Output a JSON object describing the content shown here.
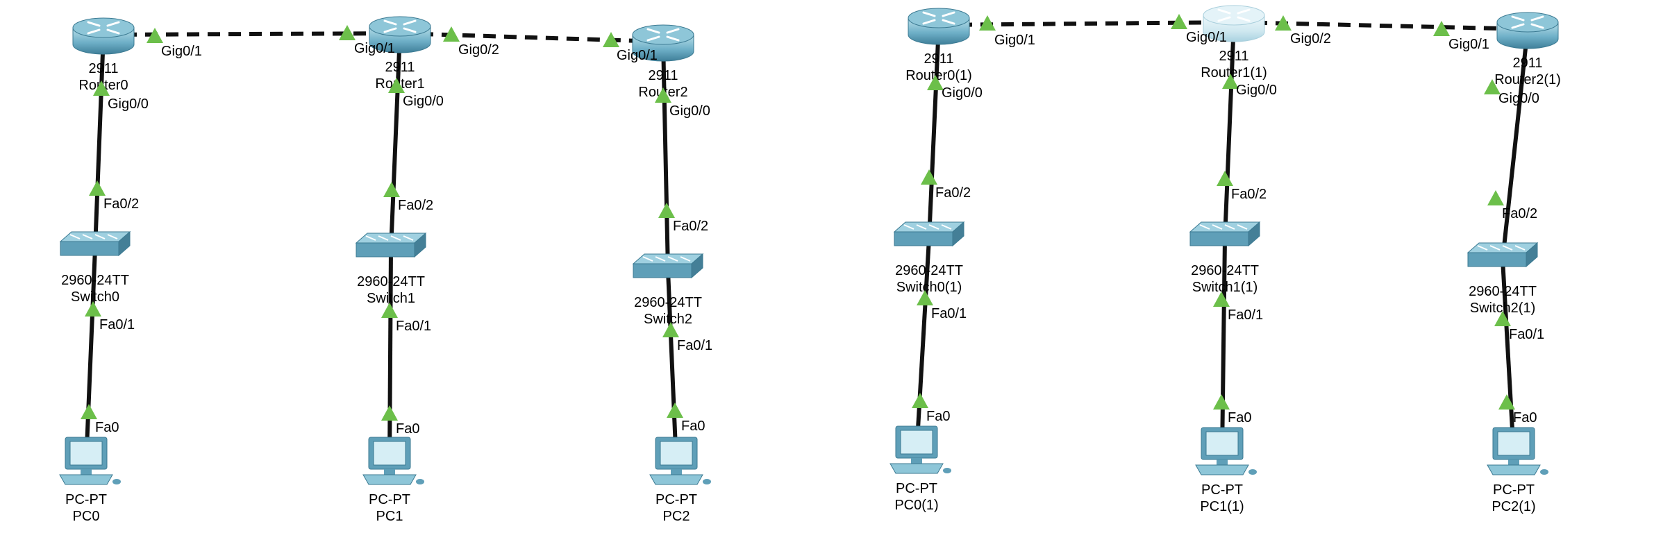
{
  "colors": {
    "background": "#ffffff",
    "link": "#111111",
    "port_marker": "#6cbf4a",
    "device": "#4f93b0",
    "device_light": "#9fd0e0",
    "device_highlight": "#c8e4ee"
  },
  "devices": [
    {
      "id": "r0",
      "icon": "router-icon",
      "model": "2911",
      "name": "Router0"
    },
    {
      "id": "r1",
      "icon": "router-icon",
      "model": "2911",
      "name": "Router1"
    },
    {
      "id": "r2",
      "icon": "router-icon",
      "model": "2911",
      "name": "Router2"
    },
    {
      "id": "s0",
      "icon": "switch-icon",
      "model": "2960-24TT",
      "name": "Switch0"
    },
    {
      "id": "s1",
      "icon": "switch-icon",
      "model": "2960-24TT",
      "name": "Switch1"
    },
    {
      "id": "s2",
      "icon": "switch-icon",
      "model": "2960-24TT",
      "name": "Switch2"
    },
    {
      "id": "p0",
      "icon": "pc-icon",
      "model": "PC-PT",
      "name": "PC0"
    },
    {
      "id": "p1",
      "icon": "pc-icon",
      "model": "PC-PT",
      "name": "PC1"
    },
    {
      "id": "p2",
      "icon": "pc-icon",
      "model": "PC-PT",
      "name": "PC2"
    },
    {
      "id": "r0b",
      "icon": "router-icon",
      "model": "2911",
      "name": "Router0(1)"
    },
    {
      "id": "r1b",
      "icon": "router-icon",
      "model": "2911",
      "name": "Router1(1)",
      "highlighted": true
    },
    {
      "id": "r2b",
      "icon": "router-icon",
      "model": "2911",
      "name": "Router2(1)"
    },
    {
      "id": "s0b",
      "icon": "switch-icon",
      "model": "2960-24TT",
      "name": "Switch0(1)"
    },
    {
      "id": "s1b",
      "icon": "switch-icon",
      "model": "2960-24TT",
      "name": "Switch1(1)"
    },
    {
      "id": "s2b",
      "icon": "switch-icon",
      "model": "2960-24TT",
      "name": "Switch2(1)"
    },
    {
      "id": "p0b",
      "icon": "pc-icon",
      "model": "PC-PT",
      "name": "PC0(1)"
    },
    {
      "id": "p1b",
      "icon": "pc-icon",
      "model": "PC-PT",
      "name": "PC1(1)"
    },
    {
      "id": "p2b",
      "icon": "pc-icon",
      "model": "PC-PT",
      "name": "PC2(1)"
    }
  ],
  "links": [
    {
      "id": "l1",
      "from": "r0",
      "to": "r1",
      "style": "dashed",
      "from_port": "Gig0/1",
      "to_port": "Gig0/1"
    },
    {
      "id": "l2",
      "from": "r1",
      "to": "r2",
      "style": "dashed",
      "from_port": "Gig0/2",
      "to_port": "Gig0/1"
    },
    {
      "id": "l3",
      "from": "r0",
      "to": "s0",
      "style": "solid",
      "from_port": "Gig0/0",
      "to_port": "Fa0/2"
    },
    {
      "id": "l4",
      "from": "r1",
      "to": "s1",
      "style": "solid",
      "from_port": "Gig0/0",
      "to_port": "Fa0/2"
    },
    {
      "id": "l5",
      "from": "r2",
      "to": "s2",
      "style": "solid",
      "from_port": "Gig0/0",
      "to_port": "Fa0/2"
    },
    {
      "id": "l6",
      "from": "s0",
      "to": "p0",
      "style": "solid",
      "from_port": "Fa0/1",
      "to_port": "Fa0"
    },
    {
      "id": "l7",
      "from": "s1",
      "to": "p1",
      "style": "solid",
      "from_port": "Fa0/1",
      "to_port": "Fa0"
    },
    {
      "id": "l8",
      "from": "s2",
      "to": "p2",
      "style": "solid",
      "from_port": "Fa0/1",
      "to_port": "Fa0"
    },
    {
      "id": "l9",
      "from": "r0b",
      "to": "r1b",
      "style": "dashed",
      "from_port": "Gig0/1",
      "to_port": "Gig0/1"
    },
    {
      "id": "l10",
      "from": "r1b",
      "to": "r2b",
      "style": "dashed",
      "from_port": "Gig0/2",
      "to_port": "Gig0/1"
    },
    {
      "id": "l11",
      "from": "r0b",
      "to": "s0b",
      "style": "solid",
      "from_port": "Gig0/0",
      "to_port": "Fa0/2"
    },
    {
      "id": "l12",
      "from": "r1b",
      "to": "s1b",
      "style": "solid",
      "from_port": "Gig0/0",
      "to_port": "Fa0/2"
    },
    {
      "id": "l13",
      "from": "r2b",
      "to": "s2b",
      "style": "solid",
      "from_port": "Gig0/0",
      "to_port": "Fa0/2"
    },
    {
      "id": "l14",
      "from": "s0b",
      "to": "p0b",
      "style": "solid",
      "from_port": "Fa0/1",
      "to_port": "Fa0"
    },
    {
      "id": "l15",
      "from": "s1b",
      "to": "p1b",
      "style": "solid",
      "from_port": "Fa0/1",
      "to_port": "Fa0"
    },
    {
      "id": "l16",
      "from": "s2b",
      "to": "p2b",
      "style": "solid",
      "from_port": "Fa0/1",
      "to_port": "Fa0"
    }
  ]
}
